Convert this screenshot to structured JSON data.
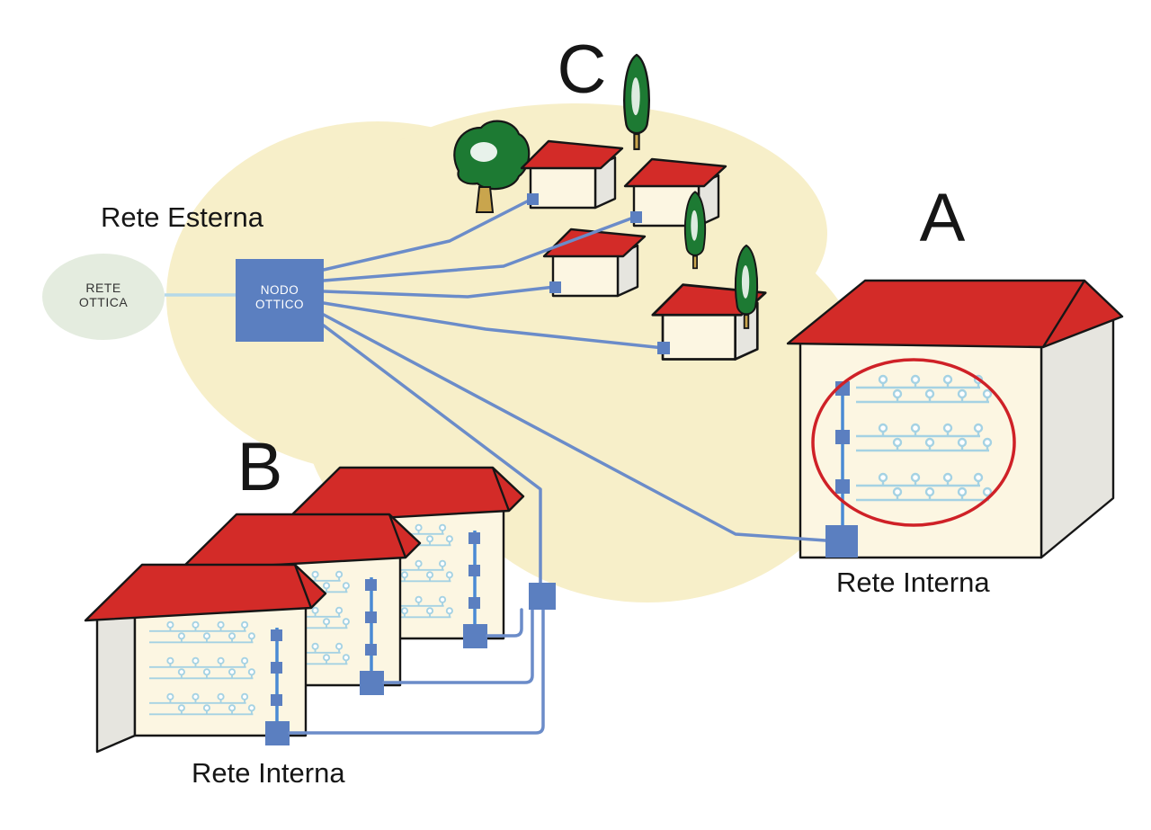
{
  "diagram": {
    "labels": {
      "external_network": "Rete Esterna",
      "optical_network_line1": "RETE",
      "optical_network_line2": "OTTICA",
      "optical_node_line1": "NODO",
      "optical_node_line2": "OTTICO",
      "zone_a": "A",
      "zone_b": "B",
      "zone_c": "C",
      "internal_network_a": "Rete Interna",
      "internal_network_b": "Rete Interna"
    },
    "palette": {
      "background": "#ffffff",
      "service_area": "#f7efc9",
      "optical_green": "#e4ecdf",
      "node_blue": "#5b7fc0",
      "cable_blue": "#6b8cc9",
      "riser_blue": "#4a8ad4",
      "wiring_blue": "#a5d2e3",
      "fiber_light_blue": "#b5d9e8",
      "roof_red": "#d32b28",
      "highlight_red": "#cf2127",
      "wall_cream": "#fcf6e2",
      "facade_gray": "#e6e5df",
      "tree_green": "#1d7a33",
      "trunk_brown": "#c9a54d",
      "text_black": "#161616"
    }
  }
}
